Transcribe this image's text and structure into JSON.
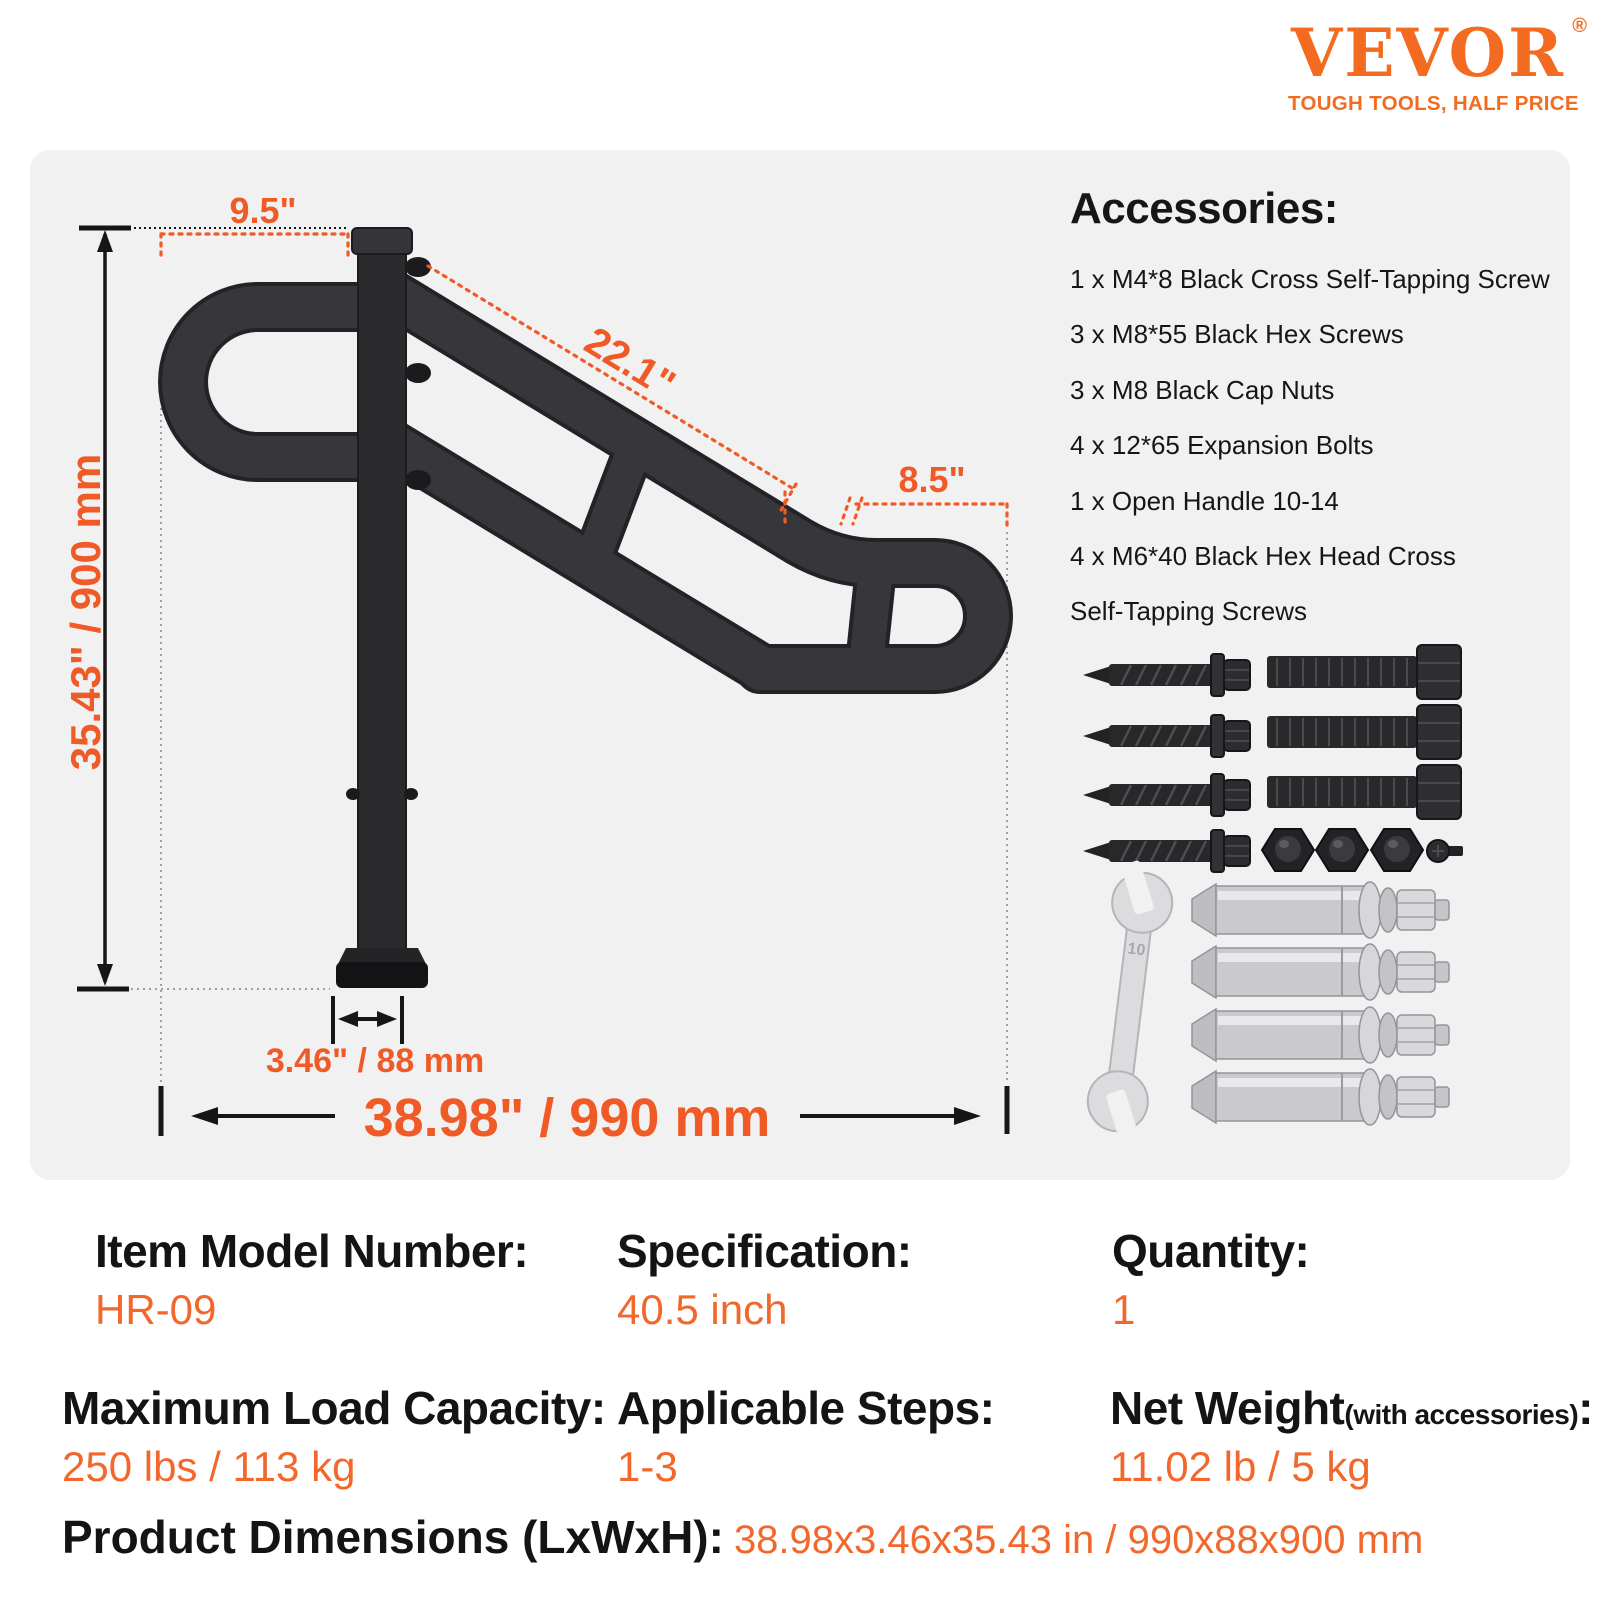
{
  "logo": {
    "brand": "VEVOR",
    "registered": "®",
    "tagline": "TOUGH TOOLS, HALF PRICE"
  },
  "accessories": {
    "title": "Accessories:",
    "lines": [
      "1 x M4*8 Black Cross Self-Tapping Screw",
      "3 x M8*55 Black Hex Screws",
      "3 x M8 Black Cap Nuts",
      "4 x 12*65 Expansion Bolts",
      "1 x Open Handle 10-14",
      "4 x M6*40 Black Hex Head Cross",
      "Self-Tapping Screws"
    ]
  },
  "diagram": {
    "top_width": "9.5\"",
    "rail_length": "22.1\"",
    "end_width": "8.5\"",
    "height": "35.43\" / 900 mm",
    "base_width": "3.46\" / 88 mm",
    "total_width": "38.98\" / 990 mm",
    "wrench_label": "10"
  },
  "specs": {
    "item_model": {
      "label": "Item Model Number:",
      "value": "HR-09"
    },
    "specification": {
      "label": "Specification:",
      "value": "40.5 inch"
    },
    "quantity": {
      "label": "Quantity:",
      "value": "1"
    },
    "max_load": {
      "label": "Maximum Load Capacity:",
      "value": "250 lbs / 113 kg"
    },
    "steps": {
      "label": "Applicable Steps:",
      "value": "1-3"
    },
    "net_weight": {
      "label": "Net Weight",
      "suffix": "(with accessories)",
      "colon": ":",
      "value": "11.02 lb / 5 kg"
    },
    "dimensions": {
      "label": "Product Dimensions (LxWxH):",
      "value": "38.98x3.46x35.43 in / 990x88x900 mm"
    }
  },
  "colors": {
    "brand_orange": "#f26b21",
    "dimension_orange": "#f05a26",
    "value_orange": "#f2682c",
    "panel_bg": "#f1f1f2",
    "metal_dark": "#37373b",
    "metal_silver": "#cacace"
  }
}
